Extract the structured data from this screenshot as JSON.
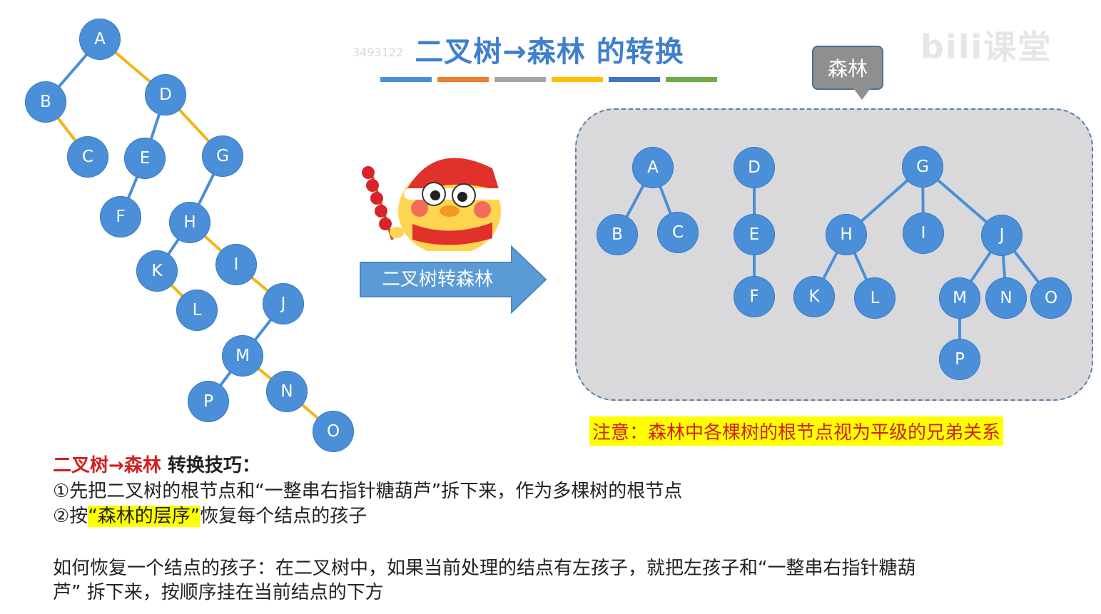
{
  "title": {
    "left": "二叉树",
    "arrow": "→",
    "right": "森林 的转换"
  },
  "watermark": "bili课堂",
  "faint_id": "3493122",
  "color_bars": [
    "#4d8fd6",
    "#ee7d31",
    "#a5a5a5",
    "#ffc000",
    "#4472c4",
    "#70ad47"
  ],
  "binary_tree": {
    "nodes": [
      "A",
      "B",
      "D",
      "C",
      "E",
      "G",
      "F",
      "H",
      "K",
      "I",
      "L",
      "J",
      "M",
      "P",
      "N",
      "O"
    ]
  },
  "mascot_label": "二叉树转森林",
  "forest": {
    "callout": "森林",
    "nodes": [
      "A",
      "B",
      "C",
      "D",
      "E",
      "F",
      "G",
      "H",
      "I",
      "J",
      "K",
      "L",
      "M",
      "N",
      "O",
      "P"
    ],
    "note": "注意：森林中各棵树的根节点视为平级的兄弟关系"
  },
  "tips": {
    "heading_left": "二叉树",
    "heading_arrow": "→",
    "heading_mid": "森林",
    "heading_right": " 转换技巧：",
    "step1": "①先把二叉树的根节点和“一整串右指针糖葫芦”拆下来，作为多棵树的根节点",
    "step2_prefix": "②按",
    "step2_highlight": "“森林的层序”",
    "step2_suffix": "恢复每个结点的孩子",
    "explain_line1": "如何恢复一个结点的孩子：在二叉树中，如果当前处理的结点有左孩子，就把左孩子和“一整串右指针糖葫",
    "explain_line2": "芦” 拆下来，按顺序挂在当前结点的下方"
  }
}
